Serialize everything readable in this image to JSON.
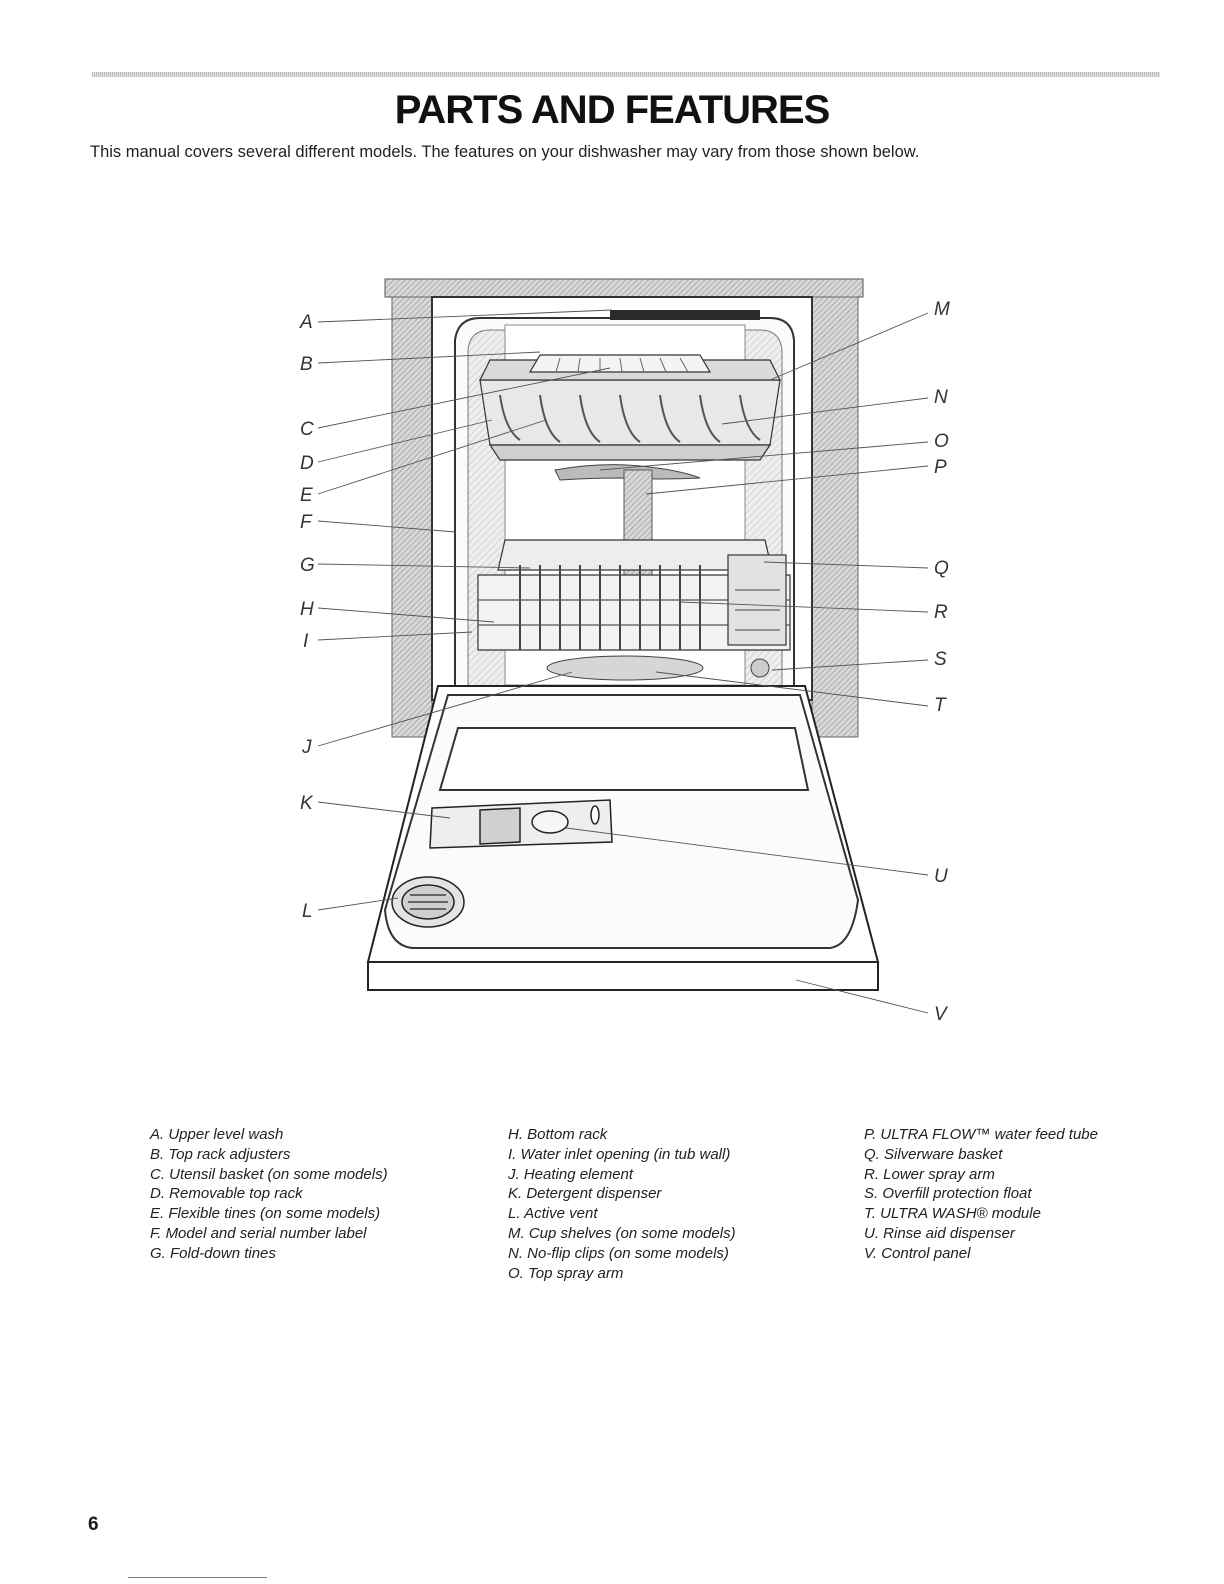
{
  "header": {
    "title": "PARTS AND FEATURES",
    "intro": "This manual covers several different models. The features on your dishwasher may vary from those shown below."
  },
  "diagram": {
    "callout_letters": [
      "A",
      "B",
      "C",
      "D",
      "E",
      "F",
      "G",
      "H",
      "I",
      "J",
      "K",
      "L",
      "M",
      "N",
      "O",
      "P",
      "Q",
      "R",
      "S",
      "T",
      "U",
      "V"
    ]
  },
  "legend": {
    "col1": [
      "A. Upper level wash",
      "B. Top rack adjusters",
      "C. Utensil basket (on some models)",
      "D. Removable top rack",
      "E. Flexible tines (on some models)",
      "F. Model and serial number label",
      "G. Fold-down tines"
    ],
    "col2": [
      "H. Bottom rack",
      "I. Water inlet opening (in tub wall)",
      "J. Heating element",
      "K. Detergent dispenser",
      "L. Active vent",
      "M. Cup shelves (on some models)",
      "N. No-flip clips (on some models)",
      "O. Top spray arm"
    ],
    "col3": [
      "P. ULTRA FLOW™ water feed tube",
      "Q. Silverware basket",
      "R. Lower spray arm",
      "S. Overfill protection float",
      "T. ULTRA WASH® module",
      "U. Rinse aid dispenser",
      "V. Control panel"
    ]
  },
  "footer": {
    "page_number": "6"
  }
}
